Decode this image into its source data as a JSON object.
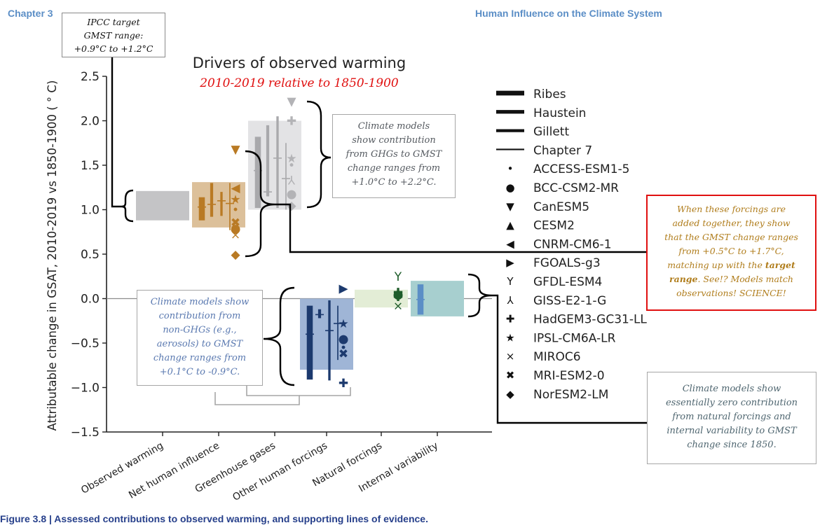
{
  "header": {
    "left": "Chapter 3",
    "right": "Human Influence on the Climate System"
  },
  "caption": "Figure 3.8 | Assessed contributions to observed warming, and supporting lines of evidence.",
  "annotations": {
    "ipcc_target": [
      "IPCC target",
      "GMST range:",
      "+0.9°C to +1.2°C"
    ],
    "ghg_models": [
      "Climate models",
      "show contribution",
      "from GHGs to GMST",
      "change ranges from",
      "+1.0°C to +2.2°C."
    ],
    "forcings_sum": {
      "lines": [
        "When these forcings are",
        "added together, they show",
        "that the GMST change ranges",
        "from +0.5°C to +1.7°C,",
        "matching up with the |target|",
        "|range|. See!? Models match",
        "observations! SCIENCE!"
      ],
      "text_color": "#b07d1c",
      "border_color": "#e01010"
    },
    "non_ghg_models": [
      "Climate models show",
      "contribution from",
      "non-GHGs (e.g.,",
      "aerosols) to GMST",
      "change ranges from",
      "+0.1°C to -0.9°C."
    ],
    "natural_models": [
      "Climate models show",
      "essentially zero contribution",
      "from natural forcings and",
      "internal variability to GMST",
      "change since 1850."
    ]
  },
  "chart_data": {
    "type": "bar",
    "title": "Drivers of observed warming",
    "subtitle": "2010-2019 relative to 1850-1900",
    "xlabel": "",
    "ylabel": "Attributable change in GSAT, 2010-2019 vs 1850-1900 (°C)",
    "ylim": [
      -1.5,
      2.5
    ],
    "yticks": [
      "2.5",
      "2.0",
      "1.5",
      "1.0",
      "0.5",
      "0.0",
      "−0.5",
      "−1.0",
      "−1.5"
    ],
    "ytick_values": [
      2.5,
      2.0,
      1.5,
      1.0,
      0.5,
      0.0,
      -0.5,
      -1.0,
      -1.5
    ],
    "grid": false,
    "zero_line": true,
    "legend_position": "right",
    "categories": [
      "Observed warming",
      "Net human influence",
      "Greenhouse gases",
      "Other human forcings",
      "Natural forcings",
      "Internal variability"
    ],
    "colors": {
      "Observed warming": "#c4c4c6",
      "Net human influence": "#b97a24",
      "Greenhouse gases": "#bdbdc0",
      "Other human forcings": "#1c3a6e",
      "Natural forcings": "#1e5c2a",
      "Internal variability": "#5b8ec6"
    },
    "assessed_ranges": [
      {
        "category": "Observed warming",
        "low": 0.88,
        "high": 1.21,
        "fill": "#c4c4c6"
      },
      {
        "category": "Net human influence",
        "low": 0.8,
        "high": 1.31,
        "fill": "#dcc09a"
      },
      {
        "category": "Greenhouse gases",
        "low": 1.0,
        "high": 2.0,
        "fill": "#e3e3e5"
      },
      {
        "category": "Other human forcings",
        "low": -0.8,
        "high": 0.0,
        "fill": "#9fb5d6"
      },
      {
        "category": "Natural forcings",
        "low": -0.1,
        "high": 0.1,
        "fill": "#e3edd6"
      },
      {
        "category": "Internal variability",
        "low": -0.2,
        "high": 0.2,
        "fill": "#a7cfcf"
      }
    ],
    "attribution_studies": [
      {
        "category": "Net human influence",
        "name": "Ribes",
        "low": 0.88,
        "high": 1.14,
        "best": 1.03
      },
      {
        "category": "Net human influence",
        "name": "Haustein",
        "low": 0.92,
        "high": 1.3,
        "best": 1.06
      },
      {
        "category": "Net human influence",
        "name": "Gillett",
        "low": 0.93,
        "high": 1.2,
        "best": 1.1
      },
      {
        "category": "Net human influence",
        "name": "Chapter 7",
        "low": 0.77,
        "high": 1.3,
        "best": 1.07
      },
      {
        "category": "Greenhouse gases",
        "name": "Ribes",
        "low": 1.02,
        "high": 1.82,
        "best": 1.44
      },
      {
        "category": "Greenhouse gases",
        "name": "Haustein",
        "low": 1.15,
        "high": 1.95,
        "best": 1.2
      },
      {
        "category": "Greenhouse gases",
        "name": "Gillett",
        "low": 1.02,
        "high": 2.05,
        "best": 1.58
      },
      {
        "category": "Greenhouse gases",
        "name": "Chapter 7",
        "low": 1.0,
        "high": 1.75,
        "best": 1.35
      },
      {
        "category": "Other human forcings",
        "name": "Ribes",
        "low": -0.91,
        "high": -0.08,
        "best": -0.4
      },
      {
        "category": "Other human forcings",
        "name": "Haustein",
        "low": -0.22,
        "high": -0.12,
        "best": -0.18
      },
      {
        "category": "Other human forcings",
        "name": "Gillett",
        "low": -0.92,
        "high": -0.02,
        "best": -0.36
      },
      {
        "category": "Other human forcings",
        "name": "Chapter 7",
        "low": -0.69,
        "high": -0.08,
        "best": -0.28
      },
      {
        "category": "Internal variability",
        "name": "Ribes",
        "low": -0.18,
        "high": 0.16,
        "best": -0.01
      }
    ],
    "model_markers": [
      {
        "category": "Net human influence",
        "model": "CanESM5",
        "value": 1.68
      },
      {
        "category": "Net human influence",
        "model": "CNRM-CM6-1",
        "value": 1.25
      },
      {
        "category": "Net human influence",
        "model": "IPSL-CM6A-LR",
        "value": 1.12
      },
      {
        "category": "Net human influence",
        "model": "ACCESS-ESM1-5",
        "value": 1.0
      },
      {
        "category": "Net human influence",
        "model": "MRI-ESM2-0",
        "value": 0.86
      },
      {
        "category": "Net human influence",
        "model": "BCC-CSM2-MR",
        "value": 0.79
      },
      {
        "category": "Net human influence",
        "model": "MIROC6",
        "value": 0.72
      },
      {
        "category": "Net human influence",
        "model": "NorESM2-LM",
        "value": 0.5
      },
      {
        "category": "Greenhouse gases",
        "model": "CanESM5",
        "value": 2.22
      },
      {
        "category": "Greenhouse gases",
        "model": "HadGEM3-GC31-LL",
        "value": 2.0
      },
      {
        "category": "Greenhouse gases",
        "model": "IPSL-CM6A-LR",
        "value": 1.58
      },
      {
        "category": "Greenhouse gases",
        "model": "ACCESS-ESM1-5",
        "value": 1.5
      },
      {
        "category": "Greenhouse gases",
        "model": "GISS-E2-1-G",
        "value": 1.33
      },
      {
        "category": "Greenhouse gases",
        "model": "BCC-CSM2-MR",
        "value": 1.18
      },
      {
        "category": "Greenhouse gases",
        "model": "NorESM2-LM",
        "value": 1.05
      },
      {
        "category": "Other human forcings",
        "model": "FGOALS-g3",
        "value": 0.12
      },
      {
        "category": "Other human forcings",
        "model": "IPSL-CM6A-LR",
        "value": -0.28
      },
      {
        "category": "Other human forcings",
        "model": "BCC-CSM2-MR",
        "value": -0.45
      },
      {
        "category": "Other human forcings",
        "model": "ACCESS-ESM1-5",
        "value": -0.55
      },
      {
        "category": "Other human forcings",
        "model": "MRI-ESM2-0",
        "value": -0.62
      },
      {
        "category": "Other human forcings",
        "model": "HadGEM3-GC31-LL",
        "value": -0.95
      },
      {
        "category": "Natural forcings",
        "model": "HadGEM3-GC31-LL",
        "value": 0.07
      },
      {
        "category": "Natural forcings",
        "model": "HadGEM3-GC31-LL",
        "value": 0.04
      },
      {
        "category": "Natural forcings",
        "model": "HadGEM3-GC31-LL",
        "value": 0.02
      },
      {
        "category": "Natural forcings",
        "model": "GFDL-ESM4",
        "value": 0.25
      },
      {
        "category": "Natural forcings",
        "model": "BCC-CSM2-MR",
        "value": 0.05
      },
      {
        "category": "Natural forcings",
        "model": "MIROC6",
        "value": -0.08
      }
    ],
    "legend": [
      {
        "label": "Ribes",
        "kind": "line",
        "width": 4.5
      },
      {
        "label": "Haustein",
        "kind": "line",
        "width": 3.5
      },
      {
        "label": "Gillett",
        "kind": "line",
        "width": 2.8
      },
      {
        "label": "Chapter 7",
        "kind": "line",
        "width": 1.4
      },
      {
        "label": "ACCESS-ESM1-5",
        "kind": "marker",
        "glyph": "•"
      },
      {
        "label": "BCC-CSM2-MR",
        "kind": "marker",
        "glyph": "●"
      },
      {
        "label": "CanESM5",
        "kind": "marker",
        "glyph": "▼"
      },
      {
        "label": "CESM2",
        "kind": "marker",
        "glyph": "▲"
      },
      {
        "label": "CNRM-CM6-1",
        "kind": "marker",
        "glyph": "◀"
      },
      {
        "label": "FGOALS-g3",
        "kind": "marker",
        "glyph": "▶"
      },
      {
        "label": "GFDL-ESM4",
        "kind": "marker",
        "glyph": "Y"
      },
      {
        "label": "GISS-E2-1-G",
        "kind": "marker",
        "glyph": "⅄"
      },
      {
        "label": "HadGEM3-GC31-LL",
        "kind": "marker",
        "glyph": "✚"
      },
      {
        "label": "IPSL-CM6A-LR",
        "kind": "marker",
        "glyph": "★"
      },
      {
        "label": "MIROC6",
        "kind": "marker",
        "glyph": "×"
      },
      {
        "label": "MRI-ESM2-0",
        "kind": "marker",
        "glyph": "✖"
      },
      {
        "label": "NorESM2-LM",
        "kind": "marker",
        "glyph": "◆"
      }
    ]
  }
}
